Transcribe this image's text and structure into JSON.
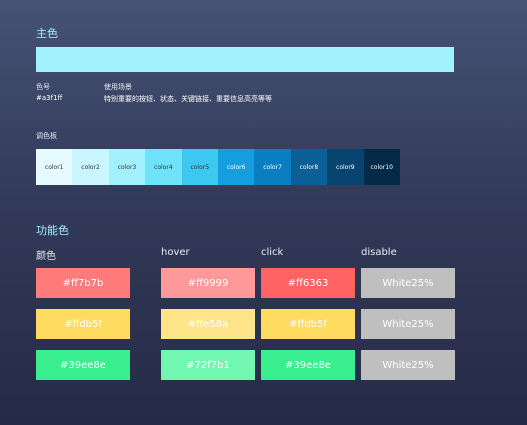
{
  "primary": {
    "title": "主色",
    "color": "#a3f1ff",
    "code_label": "色号",
    "code_value": "#a3f1ff",
    "usage_label": "使用场景",
    "usage_value": "特别重要的按钮、状态、关键链接、重要信息高亮等等"
  },
  "palette": {
    "title": "调色板",
    "cells": [
      {
        "label": "color1",
        "bg": "#e6fbff",
        "fg": "#333333"
      },
      {
        "label": "color2",
        "bg": "#c9f6ff",
        "fg": "#333333"
      },
      {
        "label": "color3",
        "bg": "#a3f1ff",
        "fg": "#333333"
      },
      {
        "label": "color4",
        "bg": "#6ee3f9",
        "fg": "#333333"
      },
      {
        "label": "color5",
        "bg": "#3cc8ef",
        "fg": "#333333"
      },
      {
        "label": "color6",
        "bg": "#149ee0",
        "fg": "#ffffff"
      },
      {
        "label": "color7",
        "bg": "#0b7ec2",
        "fg": "#ffffff"
      },
      {
        "label": "color8",
        "bg": "#0a5f96",
        "fg": "#ffffff"
      },
      {
        "label": "color9",
        "bg": "#084470",
        "fg": "#ffffff"
      },
      {
        "label": "color10",
        "bg": "#052a48",
        "fg": "#ffffff"
      }
    ]
  },
  "functional": {
    "title": "功能色",
    "headers": [
      "颜色",
      "hover",
      "click",
      "disable"
    ],
    "rows": [
      [
        {
          "label": "#ff7b7b",
          "bg": "#ff7b7b"
        },
        {
          "label": "#ff9999",
          "bg": "#ff9999"
        },
        {
          "label": "#ff6363",
          "bg": "#ff6363"
        },
        {
          "label": "White25%",
          "bg": "#bfbfbf"
        }
      ],
      [
        {
          "label": "#ffdb5f",
          "bg": "#ffdb5f"
        },
        {
          "label": "#ffe58a",
          "bg": "#ffe58a"
        },
        {
          "label": "#ffdb5f",
          "bg": "#ffdb5f"
        },
        {
          "label": "White25%",
          "bg": "#bfbfbf"
        }
      ],
      [
        {
          "label": "#39ee8e",
          "bg": "#39ee8e"
        },
        {
          "label": "#72f7b1",
          "bg": "#72f7b1"
        },
        {
          "label": "#39ee8e",
          "bg": "#39ee8e"
        },
        {
          "label": "White25%",
          "bg": "#bfbfbf"
        }
      ]
    ]
  }
}
